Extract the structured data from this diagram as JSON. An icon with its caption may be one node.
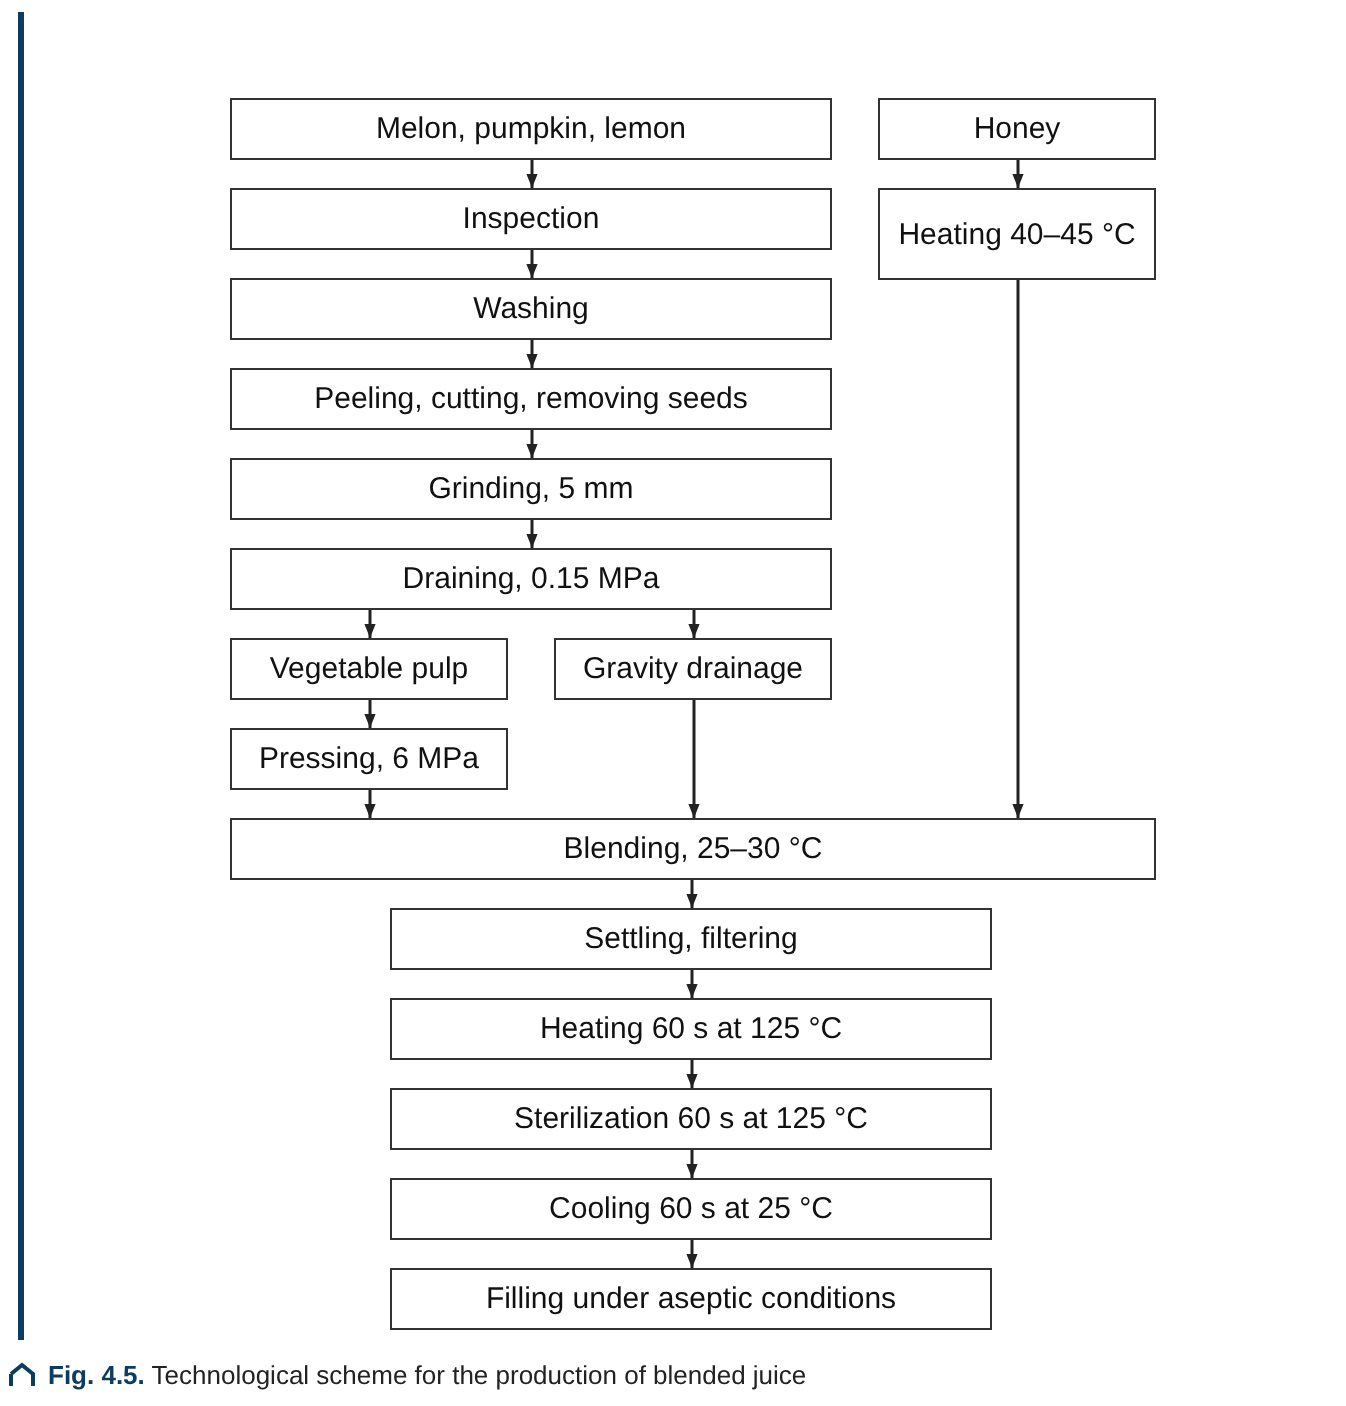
{
  "diagram": {
    "caption": "**Fig. 4.5.** Technological scheme for the production of blended juice",
    "nodes": [
      {
        "text": [
          "Melon, pumpkin, lemon"
        ]
      },
      {
        "text": [
          "Honey"
        ]
      },
      {
        "text": [
          "Inspection"
        ]
      },
      {
        "text": [
          "Heating 40–45 °C"
        ]
      },
      {
        "text": [
          "Washing"
        ]
      },
      {
        "text": [
          "Peeling, cutting, removing seeds"
        ]
      },
      {
        "text": [
          "Grinding, 5 mm"
        ]
      },
      {
        "text": [
          "Draining, 0.15 MPa"
        ]
      },
      {
        "text": [
          "Vegetable pulp"
        ]
      },
      {
        "text": [
          "Gravity drainage"
        ]
      },
      {
        "text": [
          "Pressing, 6 MPa"
        ]
      },
      {
        "text": [
          "Blending, 25–30 °C"
        ]
      },
      {
        "text": [
          "Settling, filtering"
        ]
      },
      {
        "text": [
          "Heating 60 s at 125 °C"
        ]
      },
      {
        "text": [
          "Sterilization 60 s at 125 °C"
        ]
      },
      {
        "text": [
          "Cooling 60 s at 25 °C"
        ]
      },
      {
        "text": [
          "Filling under aseptic conditions"
        ]
      }
    ],
    "edges": [
      {
        "from": 0,
        "to": 2,
        "arrow": "to"
      },
      {
        "from": 1,
        "to": 3,
        "arrow": "to"
      },
      {
        "from": 2,
        "to": 4,
        "arrow": "to"
      },
      {
        "from": 4,
        "to": 5,
        "arrow": "to"
      },
      {
        "from": 5,
        "to": 6,
        "arrow": "to"
      },
      {
        "from": 6,
        "to": 7,
        "arrow": "to"
      },
      {
        "from": 7,
        "to": 8,
        "arrow": "to"
      },
      {
        "from": 7,
        "to": 9,
        "arrow": "to"
      },
      {
        "from": 8,
        "to": 10,
        "arrow": "to"
      },
      {
        "from": 10,
        "to": 11,
        "arrow": "to"
      },
      {
        "from": 9,
        "to": 11,
        "arrow": "to"
      },
      {
        "from": 3,
        "to": 11,
        "arrow": "to"
      },
      {
        "from": 11,
        "to": 12,
        "arrow": "to"
      },
      {
        "from": 12,
        "to": 13,
        "arrow": "to"
      },
      {
        "from": 13,
        "to": 14,
        "arrow": "to"
      },
      {
        "from": 14,
        "to": 15,
        "arrow": "to"
      },
      {
        "from": 15,
        "to": 16,
        "arrow": "to"
      }
    ]
  }
}
